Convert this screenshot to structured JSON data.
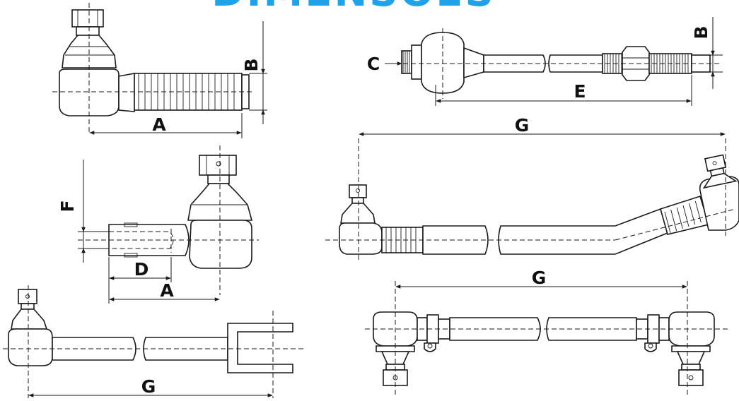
{
  "title": "DIMENSÕES",
  "colors": {
    "title": "#1fa3e8",
    "line": "#1a1a1a",
    "background": "#ffffff"
  },
  "labels": {
    "a_top": "A",
    "b_top": "B",
    "c_tierod": "C",
    "b_tierod": "B",
    "e_tierod": "E",
    "g_bent": "G",
    "f_mid": "F",
    "d_mid": "D",
    "a_mid": "A",
    "g_straight": "G",
    "g_fork": "G"
  }
}
